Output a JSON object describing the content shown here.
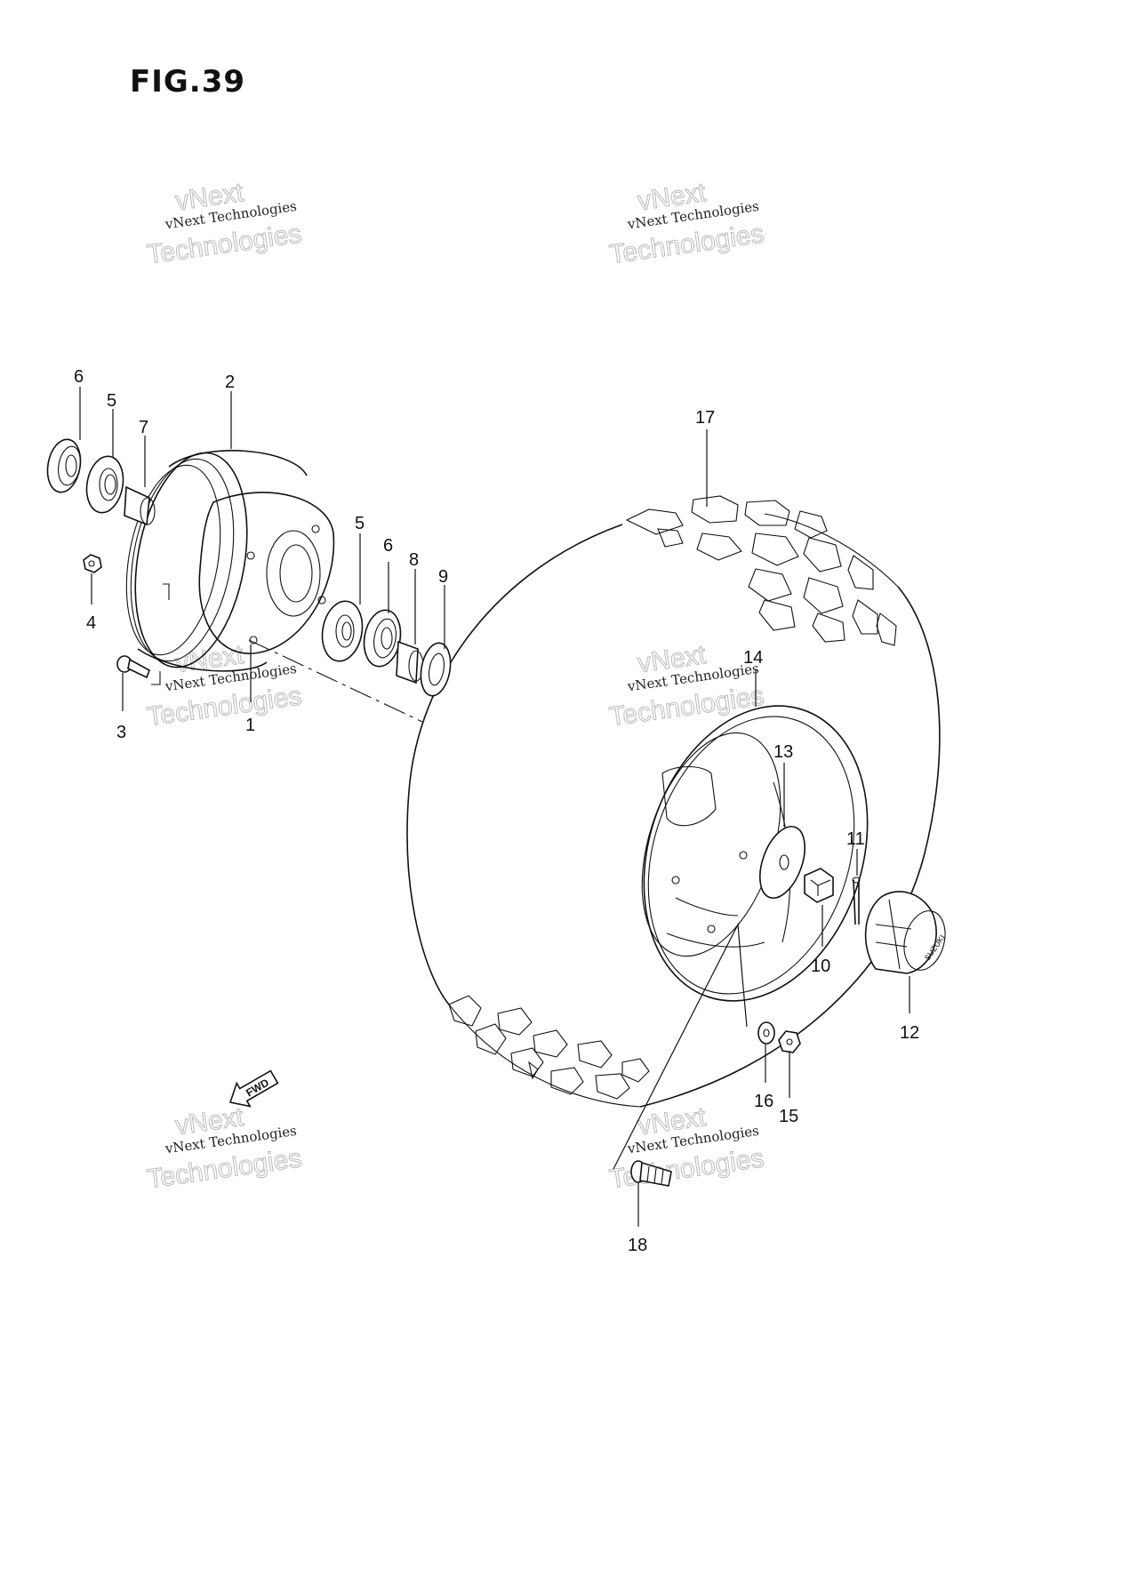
{
  "figure": {
    "title": "FIG.39"
  },
  "watermarks": [
    {
      "line1": "vNext Technologies",
      "line2": "vNext",
      "line3": "Technologies"
    }
  ],
  "callouts": [
    {
      "id": "c1",
      "label": "1"
    },
    {
      "id": "c2",
      "label": "2"
    },
    {
      "id": "c3",
      "label": "3"
    },
    {
      "id": "c4",
      "label": "4"
    },
    {
      "id": "c5a",
      "label": "5"
    },
    {
      "id": "c5b",
      "label": "5"
    },
    {
      "id": "c6a",
      "label": "6"
    },
    {
      "id": "c6b",
      "label": "6"
    },
    {
      "id": "c7",
      "label": "7"
    },
    {
      "id": "c8",
      "label": "8"
    },
    {
      "id": "c9",
      "label": "9"
    },
    {
      "id": "c10",
      "label": "10"
    },
    {
      "id": "c11",
      "label": "11"
    },
    {
      "id": "c12",
      "label": "12"
    },
    {
      "id": "c13",
      "label": "13"
    },
    {
      "id": "c14",
      "label": "14"
    },
    {
      "id": "c15",
      "label": "15"
    },
    {
      "id": "c16",
      "label": "16"
    },
    {
      "id": "c17",
      "label": "17"
    },
    {
      "id": "c18",
      "label": "18"
    }
  ],
  "fwd_arrow": {
    "label": "FWD"
  },
  "cap_logo": {
    "label": "SUZUKI"
  }
}
